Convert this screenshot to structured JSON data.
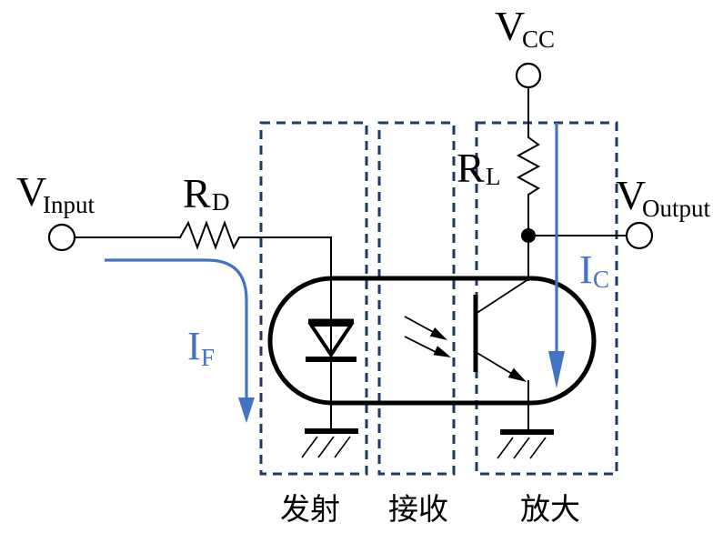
{
  "colors": {
    "wire": "#000000",
    "current_arrow": "#4472c4",
    "stage_box": "#1f3864",
    "background": "#ffffff"
  },
  "labels": {
    "v_input": {
      "main": "V",
      "sub": "Input"
    },
    "r_d": {
      "main": "R",
      "sub": "D"
    },
    "v_cc": {
      "main": "V",
      "sub": "CC"
    },
    "r_l": {
      "main": "R",
      "sub": "L"
    },
    "v_output": {
      "main": "V",
      "sub": "Output"
    },
    "i_f": {
      "main": "I",
      "sub": "F"
    },
    "i_c": {
      "main": "I",
      "sub": "C"
    }
  },
  "stages": {
    "emit": "发射",
    "receive": "接收",
    "amplify": "放大"
  }
}
